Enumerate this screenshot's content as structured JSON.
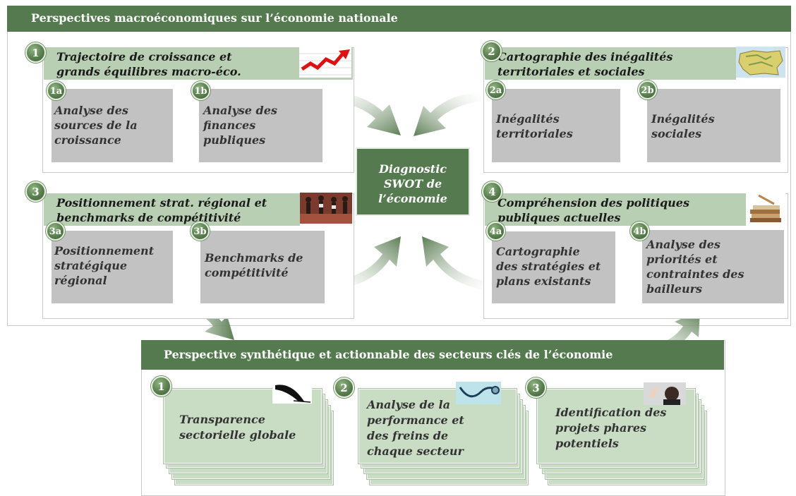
{
  "top_banner": "Perspectives macroéconomiques sur l’économie nationale",
  "center": [
    "Diagnostic",
    "SWOT de",
    "l’économie"
  ],
  "quadrants": [
    {
      "num": "1",
      "title": [
        "Trajectoire de croissance et",
        "grands équilibres macro-éco."
      ],
      "icon": "growth-chart-icon",
      "items": [
        {
          "num": "1a",
          "lines": [
            "Analyse des",
            "sources de la",
            "croissance"
          ]
        },
        {
          "num": "1b",
          "lines": [
            "Analyse des",
            "finances",
            "publiques"
          ]
        }
      ]
    },
    {
      "num": "2",
      "title": [
        "Cartographie des inégalités",
        "territoriales et sociales"
      ],
      "icon": "map-icon",
      "items": [
        {
          "num": "2a",
          "lines": [
            "Inégalités",
            "territoriales"
          ]
        },
        {
          "num": "2b",
          "lines": [
            "Inégalités",
            "sociales"
          ]
        }
      ]
    },
    {
      "num": "3",
      "title": [
        "Positionnement strat. régional et",
        "benchmarks de compétitivité"
      ],
      "icon": "runners-icon",
      "items": [
        {
          "num": "3a",
          "lines": [
            "Positionnement",
            "stratégique",
            "régional"
          ]
        },
        {
          "num": "3b",
          "lines": [
            "Benchmarks de",
            "compétitivité"
          ]
        }
      ]
    },
    {
      "num": "4",
      "title": [
        "Compréhension des politiques",
        "publiques actuelles"
      ],
      "icon": "books-icon",
      "items": [
        {
          "num": "4a",
          "lines": [
            "Cartographie",
            "des stratégies et",
            "plans existants"
          ]
        },
        {
          "num": "4b",
          "lines": [
            "Analyse des",
            "priorités",
            "et",
            "contraintes des",
            "bailleurs"
          ]
        }
      ]
    }
  ],
  "bottom_banner": "Perspective synthétique et actionnable des secteurs clés de l’économie",
  "bottom_items": [
    {
      "num": "1",
      "lines": [
        "Transparence",
        "sectorielle globale"
      ],
      "icon": "pen-icon"
    },
    {
      "num": "2",
      "lines": [
        "Analyse de la",
        "performance et",
        "des freins de",
        "chaque secteur"
      ],
      "icon": "stethoscope-icon"
    },
    {
      "num": "3",
      "lines": [
        "Identification des",
        "projets phares",
        "potentiels"
      ],
      "icon": "person-icon"
    }
  ],
  "colors": {
    "accent": "#557a4f",
    "header_fill": "#b9cfb3",
    "box_fill": "#c2c2c2",
    "sheet_fill": "#c9dcc4"
  }
}
